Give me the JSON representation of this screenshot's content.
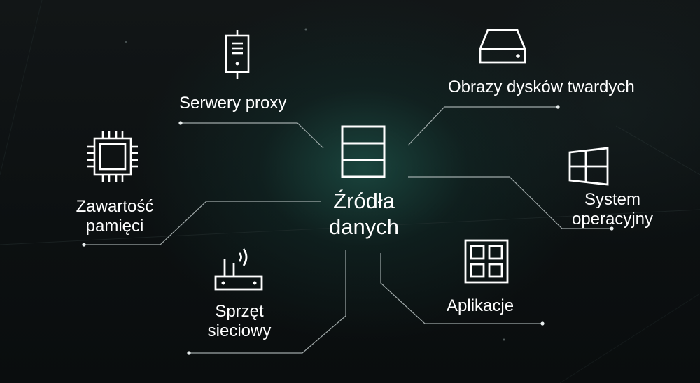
{
  "center": {
    "title_line1": "Źródła",
    "title_line2": "danych",
    "icon": "database-table-icon"
  },
  "sources": [
    {
      "id": "proxy",
      "line1": "Serwery proxy",
      "line2": "",
      "icon": "server-tower-icon"
    },
    {
      "id": "disk",
      "line1": "Obrazy dysków twardych",
      "line2": "",
      "icon": "hard-drive-icon"
    },
    {
      "id": "memory",
      "line1": "Zawartość",
      "line2": "pamięci",
      "icon": "cpu-chip-icon"
    },
    {
      "id": "os",
      "line1": "System",
      "line2": "operacyjny",
      "icon": "windows-logo-icon"
    },
    {
      "id": "network",
      "line1": "Sprzęt",
      "line2": "sieciowy",
      "icon": "router-icon"
    },
    {
      "id": "apps",
      "line1": "Aplikacje",
      "line2": "",
      "icon": "apps-grid-icon"
    }
  ],
  "colors": {
    "background": "#0d1112",
    "glow": "#246e60",
    "foreground": "#ffffff",
    "connector": "#b9c2c2"
  }
}
